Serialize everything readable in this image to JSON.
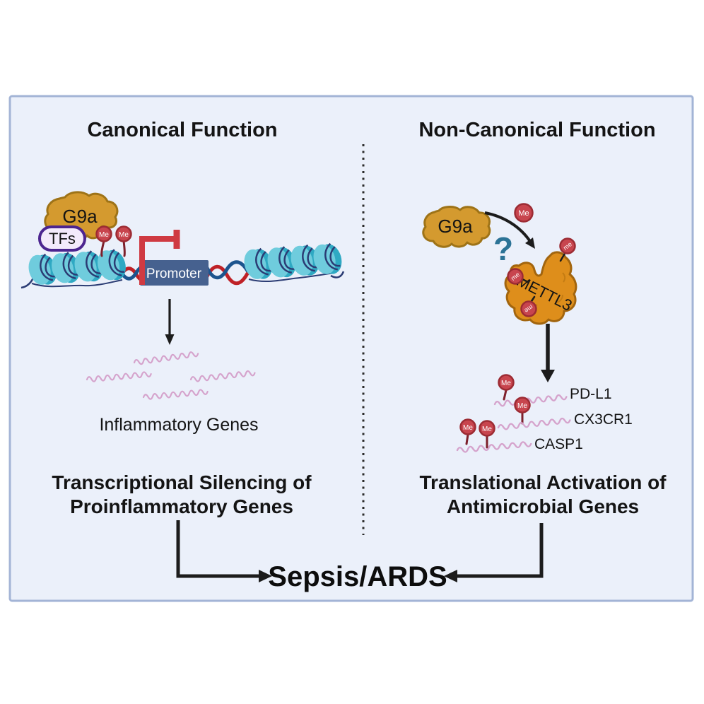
{
  "colors": {
    "panel_bg": "#ebf0fa",
    "panel_border": "#a3b4d6",
    "g9a_fill": "#d49a2f",
    "g9a_stroke": "#9e7317",
    "mettl3_fill": "#de8e1b",
    "mettl3_stroke": "#a2650e",
    "tfs_fill": "#f3eafb",
    "tfs_stroke": "#4c2590",
    "methyl_fill": "#c8454e",
    "methyl_stroke": "#9c2b33",
    "methyl_stem": "#7d202b",
    "nucleosome_light": "#6fccdd",
    "nucleosome_dark": "#2fa9c3",
    "dna_navy": "#2b3c74",
    "dna_red": "#bf2127",
    "dna_blue": "#1c548e",
    "promoter_fill": "#46618f",
    "inhibitor_red": "#cf3a42",
    "mrna_pink": "#d5a3cc",
    "question_teal": "#2c7396",
    "arrow_black": "#1c1c1c",
    "text_black": "#141414"
  },
  "left_panel": {
    "title": "Canonical Function",
    "g9a_label": "G9a",
    "tfs_label": "TFs",
    "methyl_marks": [
      "Me",
      "Me"
    ],
    "promoter_label": "Promoter",
    "mrna_caption": "Inflammatory Genes",
    "outcome_line1": "Transcriptional Silencing of",
    "outcome_line2": "Proinflammatory Genes"
  },
  "right_panel": {
    "title": "Non-Canonical Function",
    "g9a_label": "G9a",
    "question_mark": "?",
    "transferred_methyl": "Me",
    "mettl3_label": "METTL3",
    "mettl3_methyl_marks": [
      "me",
      "me",
      "me"
    ],
    "mrna_methyl_marks": [
      "Me",
      "Me",
      "Me",
      "Me"
    ],
    "gene_labels": [
      "PD-L1",
      "CX3CR1",
      "CASP1"
    ],
    "outcome_line1": "Translational Activation of",
    "outcome_line2": "Antimicrobial Genes"
  },
  "footer": {
    "converging_outcome": "Sepsis/ARDS"
  }
}
